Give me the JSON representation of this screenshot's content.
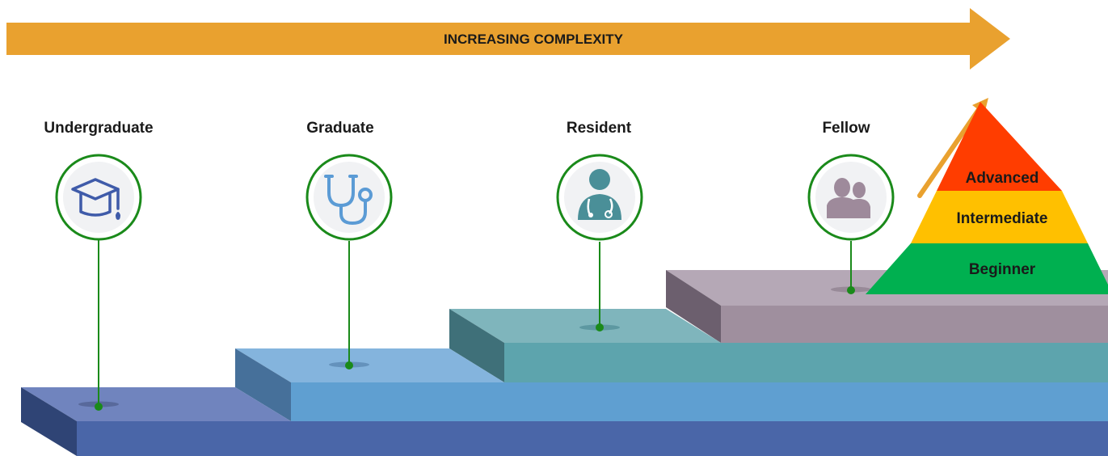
{
  "banner": {
    "label": "INCREASING COMPLEXITY",
    "color": "#E9A12F"
  },
  "stages": [
    {
      "label": "Undergraduate",
      "icon": "graduation-cap-icon",
      "icon_color": "#3F5BA9"
    },
    {
      "label": "Graduate",
      "icon": "stethoscope-icon",
      "icon_color": "#5B9BD5"
    },
    {
      "label": "Resident",
      "icon": "doctor-icon",
      "icon_color": "#4A8F98"
    },
    {
      "label": "Fellow",
      "icon": "people-icon",
      "icon_color": "#9E8A9B"
    }
  ],
  "pyramid": {
    "levels": [
      {
        "label": "Advanced",
        "color": "#FF3D00"
      },
      {
        "label": "Intermediate",
        "color": "#FFC000"
      },
      {
        "label": "Beginner",
        "color": "#00B050"
      }
    ]
  },
  "colors": {
    "step1": "#4A66A8",
    "step2": "#5F9FD1",
    "step3": "#5DA4AD",
    "step4": "#9F8F9E",
    "connector": "#1A8A1A"
  }
}
